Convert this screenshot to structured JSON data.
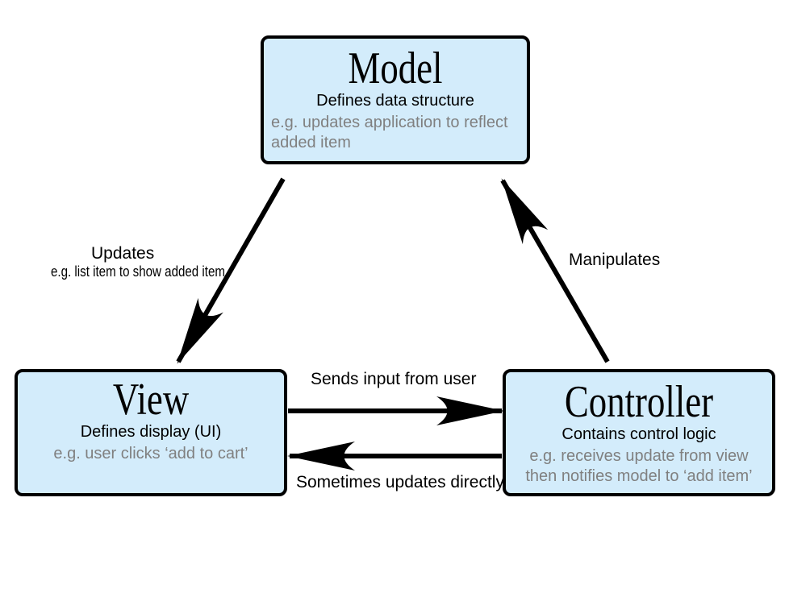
{
  "colors": {
    "box_fill": "#d3ecfb",
    "box_border": "#000000",
    "text_primary": "#000000",
    "text_muted": "#808080",
    "arrow": "#000000",
    "background": "#ffffff"
  },
  "boxes": {
    "model": {
      "title": "Model",
      "subtitle": "Defines data structure",
      "example_lines": [
        "e.g. updates application to reflect",
        "added item"
      ]
    },
    "view": {
      "title": "View",
      "subtitle": "Defines display (UI)",
      "example_lines": [
        "e.g. user clicks ‘add to cart’"
      ]
    },
    "controller": {
      "title": "Controller",
      "subtitle": "Contains control logic",
      "example_lines": [
        "e.g. receives update from view",
        "then notifies model to ‘add item’"
      ]
    }
  },
  "arrows": {
    "model_to_view": {
      "label": "Updates",
      "sublabel": "e.g. list item to show added item"
    },
    "controller_to_model": {
      "label": "Manipulates"
    },
    "view_to_controller": {
      "label": "Sends input from user"
    },
    "controller_to_view": {
      "label": "Sometimes updates directly"
    }
  }
}
